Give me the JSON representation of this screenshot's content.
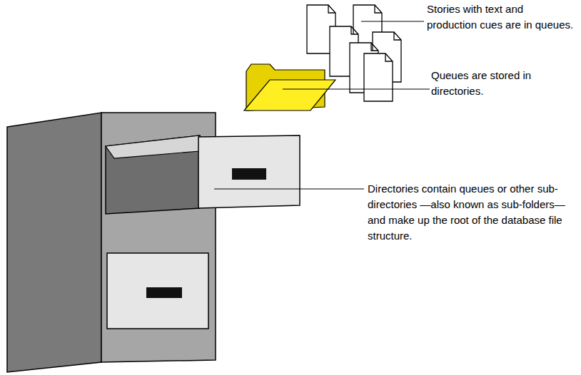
{
  "diagram": {
    "labels": [
      "Stories with text and production cues are in queues.",
      "Queues are stored in directories.",
      "Directories contain queues or other sub-directories —also known as sub-folders—and make up the root of the database file structure."
    ]
  }
}
